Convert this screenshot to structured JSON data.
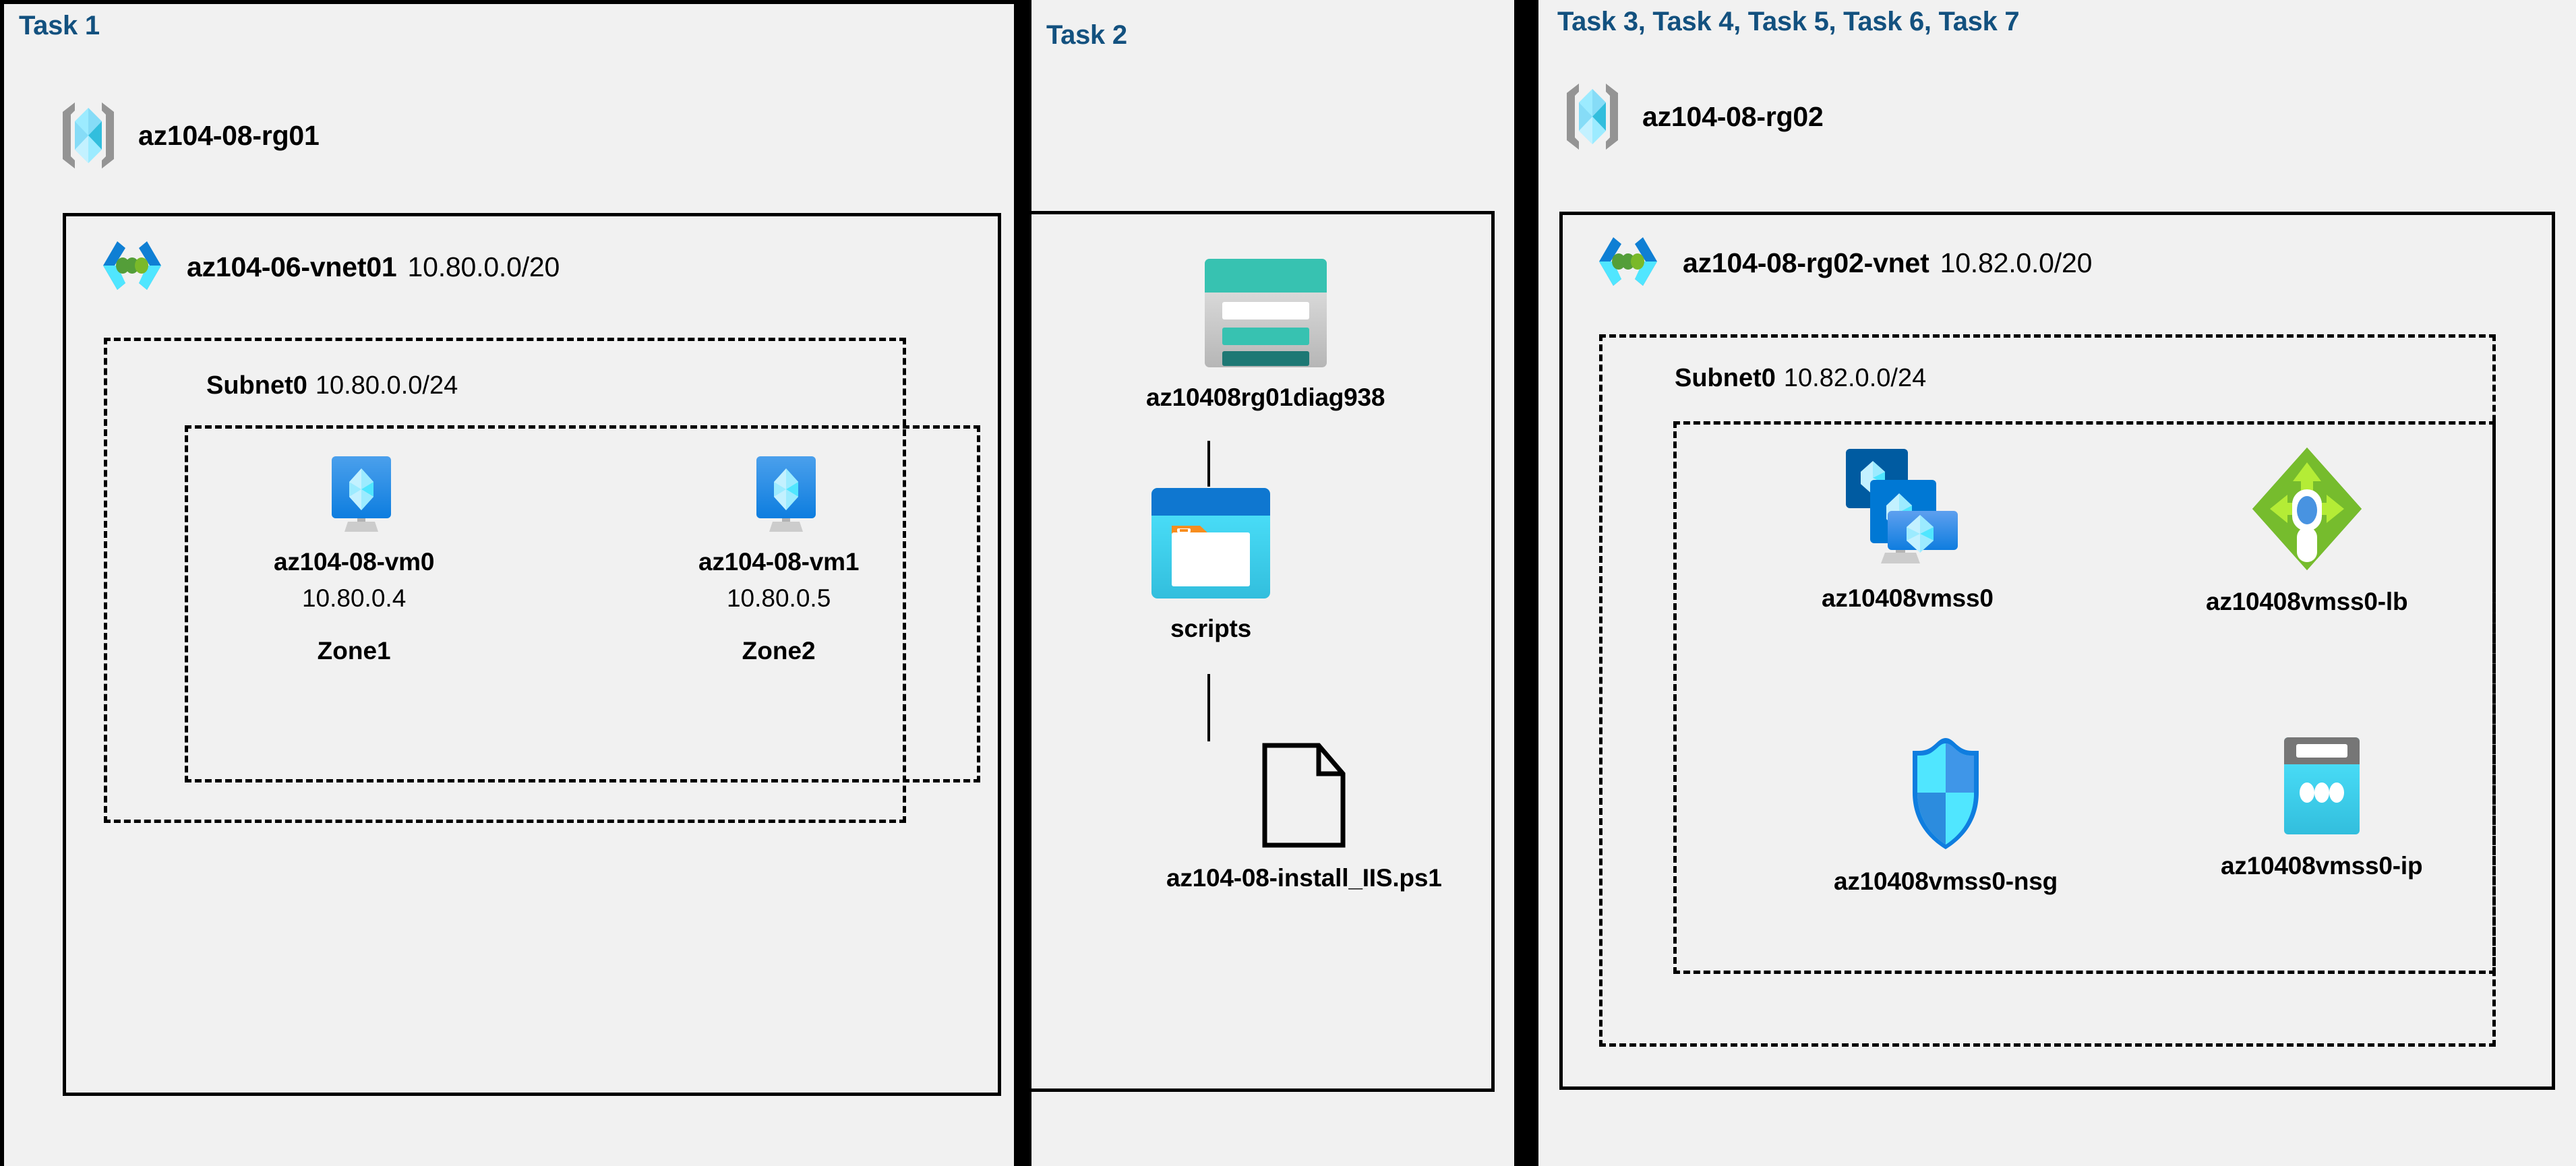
{
  "panels": [
    {
      "task_label": "Task 1",
      "resource_group": {
        "name": "az104-08-rg01",
        "icon": "resource-group-icon"
      },
      "vnet": {
        "name": "az104-06-vnet01",
        "cidr": "10.80.0.0/20",
        "icon": "virtual-network-icon"
      },
      "subnet": {
        "name": "Subnet0",
        "cidr": "10.80.0.0/24"
      },
      "vms": [
        {
          "name": "az104-08-vm0",
          "ip": "10.80.0.4",
          "zone": "Zone1",
          "icon": "virtual-machine-icon"
        },
        {
          "name": "az104-08-vm1",
          "ip": "10.80.0.5",
          "zone": "Zone2",
          "icon": "virtual-machine-icon"
        }
      ]
    },
    {
      "task_label": "Task 2",
      "items": [
        {
          "name": "az10408rg01diag938",
          "icon": "storage-account-icon"
        },
        {
          "name": "scripts",
          "icon": "blob-container-icon"
        },
        {
          "name": "az104-08-install_IIS.ps1",
          "icon": "file-icon"
        }
      ]
    },
    {
      "task_label": "Task 3, Task 4, Task 5, Task 6, Task 7",
      "resource_group": {
        "name": "az104-08-rg02",
        "icon": "resource-group-icon"
      },
      "vnet": {
        "name": "az104-08-rg02-vnet",
        "cidr": "10.82.0.0/20",
        "icon": "virtual-network-icon"
      },
      "subnet": {
        "name": "Subnet0",
        "cidr": "10.82.0.0/24"
      },
      "resources": [
        {
          "name": "az10408vmss0",
          "icon": "vm-scale-set-icon"
        },
        {
          "name": "az10408vmss0-lb",
          "icon": "load-balancer-icon"
        },
        {
          "name": "az10408vmss0-nsg",
          "icon": "network-security-group-icon"
        },
        {
          "name": "az10408vmss0-ip",
          "icon": "public-ip-address-icon"
        }
      ]
    }
  ],
  "colors": {
    "background": "#f1f1f1",
    "task_label": "#13517f",
    "border": "#000000",
    "azure_blue": "#0078d4",
    "azure_cyan": "#32bedd",
    "azure_light_cyan": "#9cebff",
    "storage_teal": "#37c2b1",
    "storage_dark_teal": "#1d7874",
    "lb_green": "#76bc2d",
    "gray": "#949494",
    "orange": "#f78d1e"
  }
}
